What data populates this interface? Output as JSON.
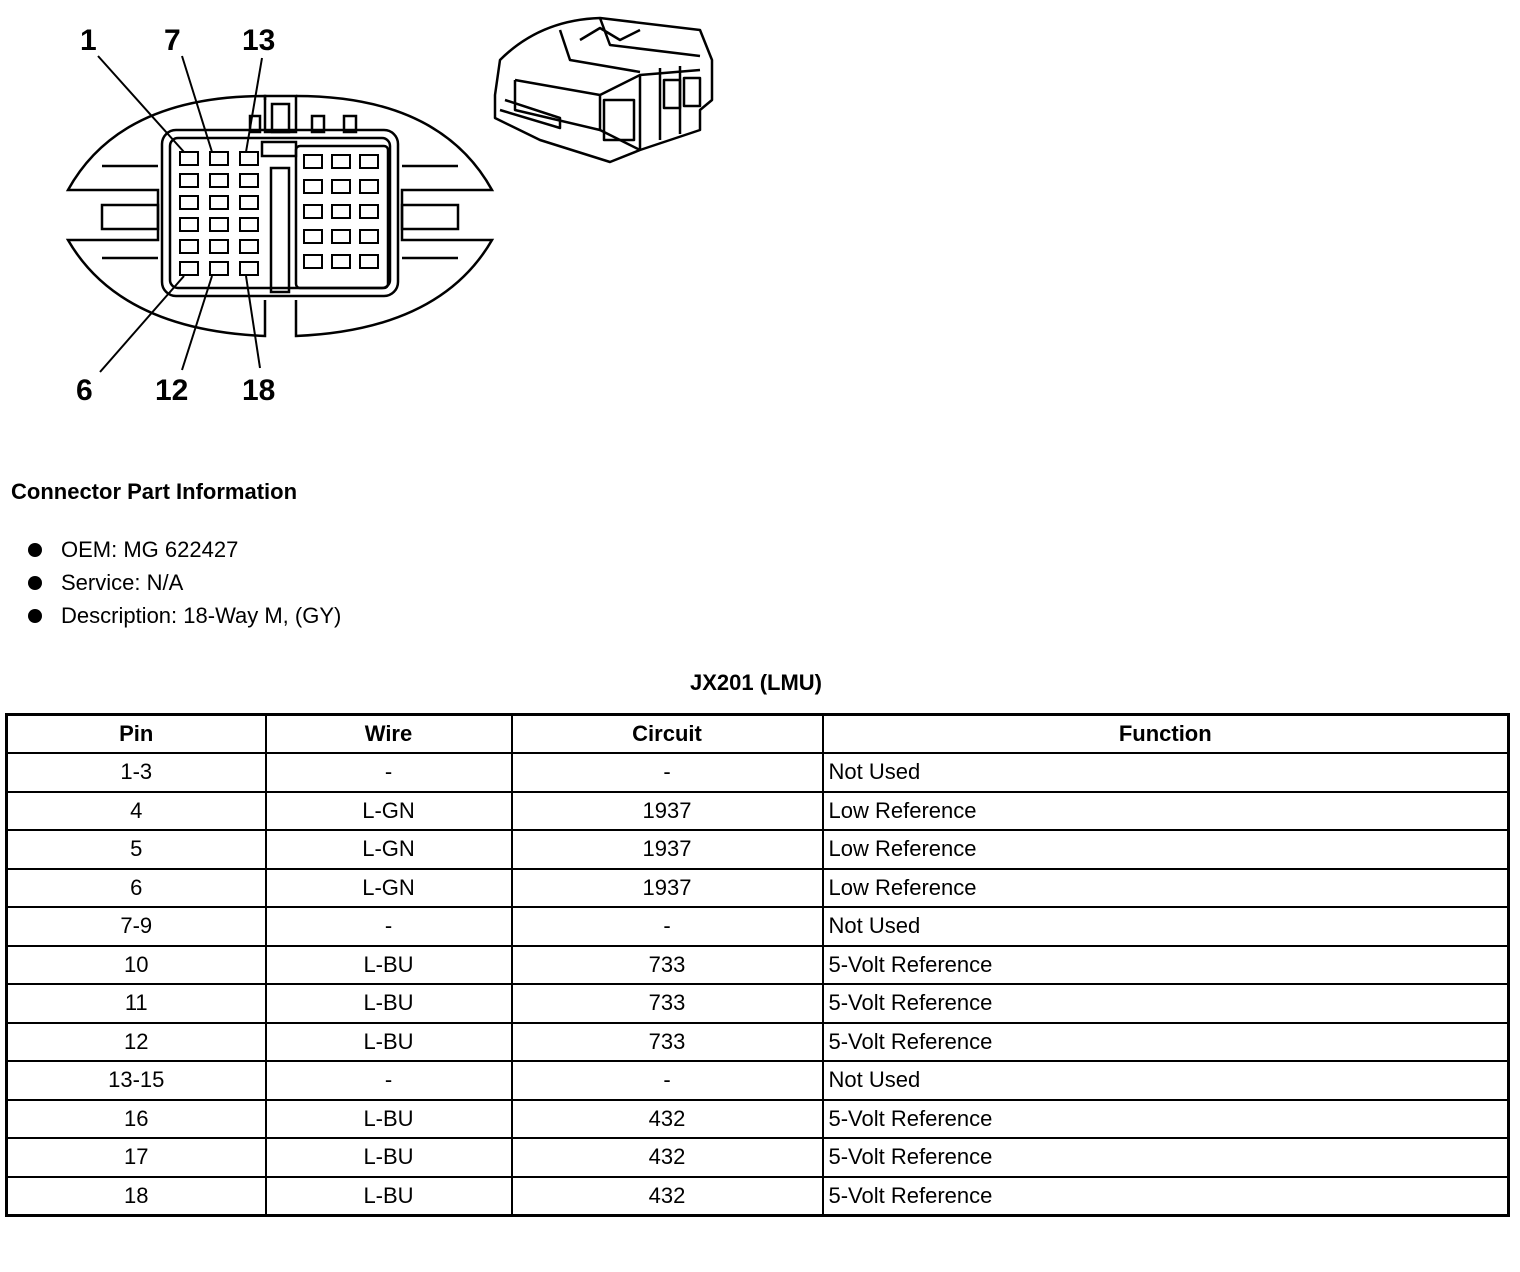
{
  "diagram": {
    "pin_labels_top": [
      "1",
      "7",
      "13"
    ],
    "pin_labels_bottom": [
      "6",
      "12",
      "18"
    ]
  },
  "part_info": {
    "heading": "Connector Part Information",
    "items": [
      "OEM: MG 622427",
      "Service: N/A",
      "Description: 18-Way M, (GY)"
    ]
  },
  "table": {
    "title": "JX201 (LMU)",
    "headers": [
      "Pin",
      "Wire",
      "Circuit",
      "Function"
    ],
    "rows": [
      [
        "1-3",
        "-",
        "-",
        "Not Used"
      ],
      [
        "4",
        "L-GN",
        "1937",
        "Low Reference"
      ],
      [
        "5",
        "L-GN",
        "1937",
        "Low Reference"
      ],
      [
        "6",
        "L-GN",
        "1937",
        "Low Reference"
      ],
      [
        "7-9",
        "-",
        "-",
        "Not Used"
      ],
      [
        "10",
        "L-BU",
        "733",
        "5-Volt Reference"
      ],
      [
        "11",
        "L-BU",
        "733",
        "5-Volt Reference"
      ],
      [
        "12",
        "L-BU",
        "733",
        "5-Volt Reference"
      ],
      [
        "13-15",
        "-",
        "-",
        "Not Used"
      ],
      [
        "16",
        "L-BU",
        "432",
        "5-Volt Reference"
      ],
      [
        "17",
        "L-BU",
        "432",
        "5-Volt Reference"
      ],
      [
        "18",
        "L-BU",
        "432",
        "5-Volt Reference"
      ]
    ]
  }
}
